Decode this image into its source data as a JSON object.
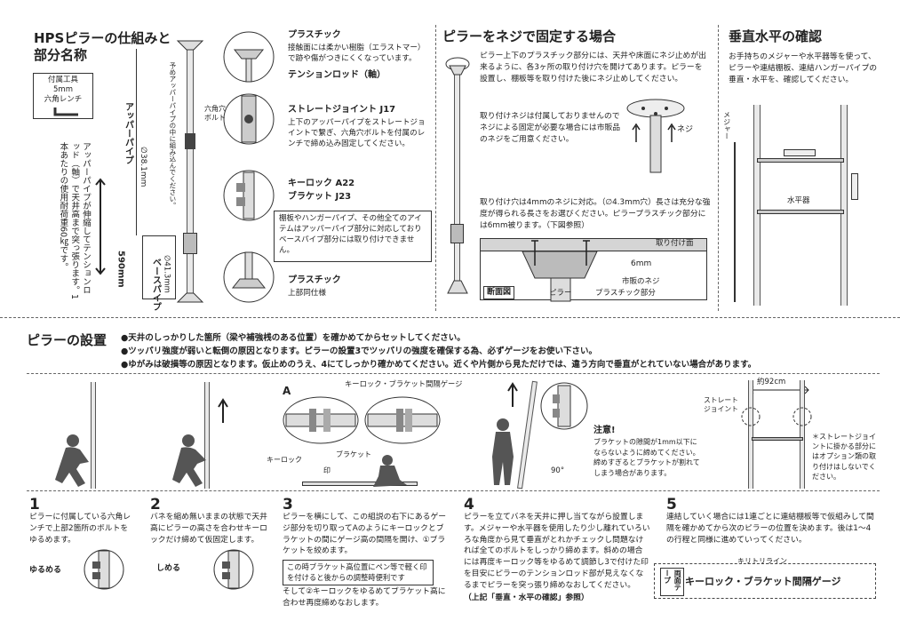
{
  "section1": {
    "title_line1": "HPSピラーの仕組みと",
    "title_line2": "部分名称",
    "tool_line1": "付属工具",
    "tool_line2": "5mm",
    "tool_line3": "六角レンチ",
    "vertical_note": "アッパーパイプが伸縮してテンションロッド（軸）で天井高まで突っ張ります。1本あたりの使用耐荷重60㎏です。",
    "upper_pipe": "アッパーパイプ",
    "upper_dia": "∅38.1mm",
    "base_pipe": "ベースパイプ",
    "base_dia": "∅41.3mm",
    "height_590": "590mm",
    "pre_assembled": "予めアッパーパイプの中に組み込んでください。",
    "hex_bolt": "六角穴ボルト",
    "plastic_title": "プラスチック",
    "plastic_desc": "接触面には柔かい樹脂（エラストマー）で跡や傷がつきにくくなっています。",
    "tension_rod": "テンションロッド（軸）",
    "joint_title": "ストレートジョイント J17",
    "joint_desc": "上下のアッパーパイプをストレートジョイントで繋ぎ、六角穴ボルトを付属のレンチで締め込み固定してください。",
    "keylock": "キーロック A22",
    "bracket": "ブラケット J23",
    "note_box": "棚板やハンガーパイプ、その他全てのアイテムはアッパーパイプ部分に対応しておりベースパイプ部分には取り付けできません。",
    "plastic2_title": "プラスチック",
    "plastic2_desc": "上部同仕様"
  },
  "section2": {
    "title": "ピラーをネジで固定する場合",
    "para1": "ピラー上下のプラスチック部分には、天井や床面にネジ止めが出来るように、各3ヶ所の取り付け穴を開けてあります。ピラーを設置し、棚板等を取り付けた後にネジ止めしてください。",
    "para2": "取り付けネジは付属しておりませんのでネジによる固定が必要な場合には市販品のネジをご用意ください。",
    "screw_label": "ネジ",
    "para3": "取り付け穴は4mmのネジに対応。（∅4.3mm穴）長さは充分な強度が得られる長さをお選びください。ピラープラスチック部分には6mm被ります。（下図参照）",
    "mount_surface": "取り付け面",
    "six_mm": "6mm",
    "market_screw": "市販のネジ",
    "section_label": "断面図",
    "pillar_label": "ピラー",
    "plastic_part": "プラスチック部分"
  },
  "section3": {
    "title": "垂直水平の確認",
    "desc": "お手持ちのメジャーや水平器等を使って、ピラーや連結棚板、連結ハンガーパイプの垂直・水平を、確認してください。",
    "measure": "メジャー",
    "level": "水平器"
  },
  "install": {
    "title": "ピラーの設置",
    "bullet1": "●天井のしっかりした箇所（梁や補強桟のある位置）を確かめてからセットしてください。",
    "bullet2": "●ツッパリ強度が弱いと転倒の原因となります。ピラーの設置3でツッパリの強度を確保する為、必ずゲージをお使い下さい。",
    "bullet3": "●ゆがみは破損等の原因となります。仮止めのうえ、4にてしっかり確かめてください。近くや片側から見ただけでは、違う方向で垂直がとれていない場合があります。",
    "gauge_label": "キーロック・ブラケット間隔ゲージ",
    "label_a": "A",
    "keylock_label": "キーロック",
    "bracket_label": "ブラケット",
    "mark_label": "印",
    "caution_title": "注意!",
    "caution_desc": "ブラケットの隙間が1mm以下にならないように締めてください。締めすぎるとブラケットが割れてしまう場合があります。",
    "deg90": "90°",
    "approx": "約92cm",
    "straight_joint": "ストレートジョイント",
    "joint_note": "＊ストレートジョイントに掛かる部分にはオプション類の取り付けはしないでください。",
    "cut_line": "キリトリライン",
    "gauge_name": "キーロック・ブラケット間隔ゲージ",
    "tape_label": "両面テープ"
  },
  "steps": [
    {
      "num": "1",
      "text": "ピラーに付属している六角レンチで上部2箇所のボルトをゆるめます。",
      "sub": "ゆるめる"
    },
    {
      "num": "2",
      "text": "バネを縮め無いままの状態で天井高にピラーの高さを合わせキーロックだけ締めて仮固定します。",
      "sub": "しめる"
    },
    {
      "num": "3",
      "text": "ピラーを横にして、この組説の右下にあるゲージ部分を切り取ってAのようにキーロックとブラケットの間にゲージ高の間隔を開け、①ブラケットを絞めます。",
      "boxnote": "この時ブラケット高位置にペン等で軽く印を付けると後からの調整時便利です",
      "after": "そして②キーロックをゆるめてブラケット高に合わせ再度締めなおします。"
    },
    {
      "num": "4",
      "text": "ピラーを立てバネを天井に押し当てながら設置します。メジャーや水平器を使用したり少し離れていろいろな角度から見て垂直がとれかチェックし問題なければ全てのボルトをしっかり締めます。斜めの場合には再度キーロック等をゆるめて調節し3で付けた印を目安にピラーのテンションロッド部が見えなくなるまでピラーを突っ張り締めなおしてください。",
      "ref": "（上記「垂直・水平の確認」参照）"
    },
    {
      "num": "5",
      "text": "連結していく場合には1連ごとに連結棚板等で仮組みして間隔を確かめてから次のピラーの位置を決めます。後は1～4の行程と同様に進めていってください。"
    }
  ]
}
